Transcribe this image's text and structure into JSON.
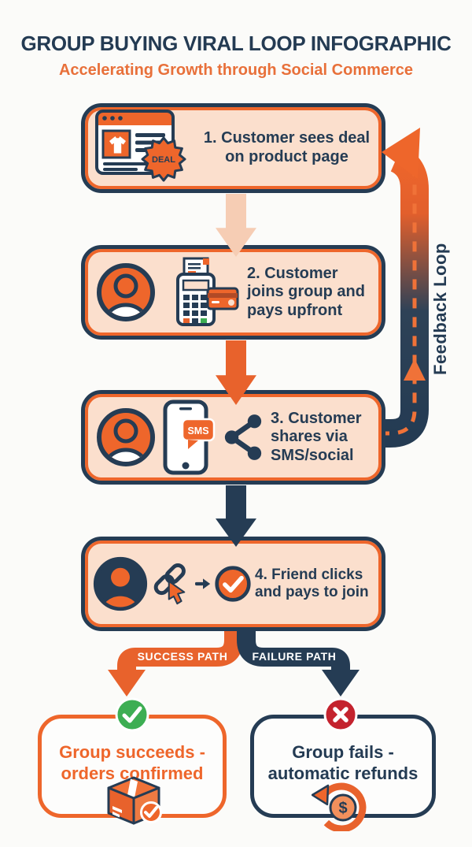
{
  "header": {
    "title": "GROUP BUYING VIRAL LOOP INFOGRAPHIC",
    "subtitle": "Accelerating Growth through Social Commerce"
  },
  "steps": [
    {
      "name": "customer-sees-deal",
      "lines": [
        "1. Customer sees deal",
        "on product page"
      ]
    },
    {
      "name": "customer-joins-pays",
      "lines": [
        "2. Customer",
        "joins group and",
        "pays upfront"
      ]
    },
    {
      "name": "customer-shares",
      "lines": [
        "3. Customer",
        "shares via",
        "SMS/social"
      ]
    },
    {
      "name": "friend-clicks-joins",
      "lines": [
        "4. Friend clicks",
        "and pays to join"
      ]
    }
  ],
  "feedback_loop": {
    "label": "Feedback Loop"
  },
  "paths": {
    "success_label": "SUCCESS PATH",
    "failure_label": "FAILURE PATH"
  },
  "outcomes": {
    "success": {
      "lines": [
        "Group succeeds -",
        "orders confirmed"
      ]
    },
    "failure": {
      "lines": [
        "Group fails -",
        "automatic refunds"
      ]
    }
  },
  "icon_text": {
    "deal_badge": "DEAL",
    "sms_bubble": "SMS",
    "dollar_sign": "$"
  },
  "icons": [
    "browser-deal-icon",
    "user-avatar-icon",
    "payment-terminal-icon",
    "credit-card-icon",
    "phone-sms-icon",
    "share-icon",
    "link-icon",
    "cursor-icon",
    "check-circle-icon",
    "success-check-icon",
    "failure-x-icon",
    "package-icon",
    "refund-icon",
    "feedback-loop-arrow",
    "down-arrow"
  ],
  "colors": {
    "navy": "#253C54",
    "orange": "#EE662B",
    "peach_fill": "#FBDFCD",
    "pale_arrow": "#F6CDB4",
    "green": "#3DAE53",
    "red": "#C4232E",
    "background": "#FBFBF9",
    "white": "#FFFFFF"
  }
}
